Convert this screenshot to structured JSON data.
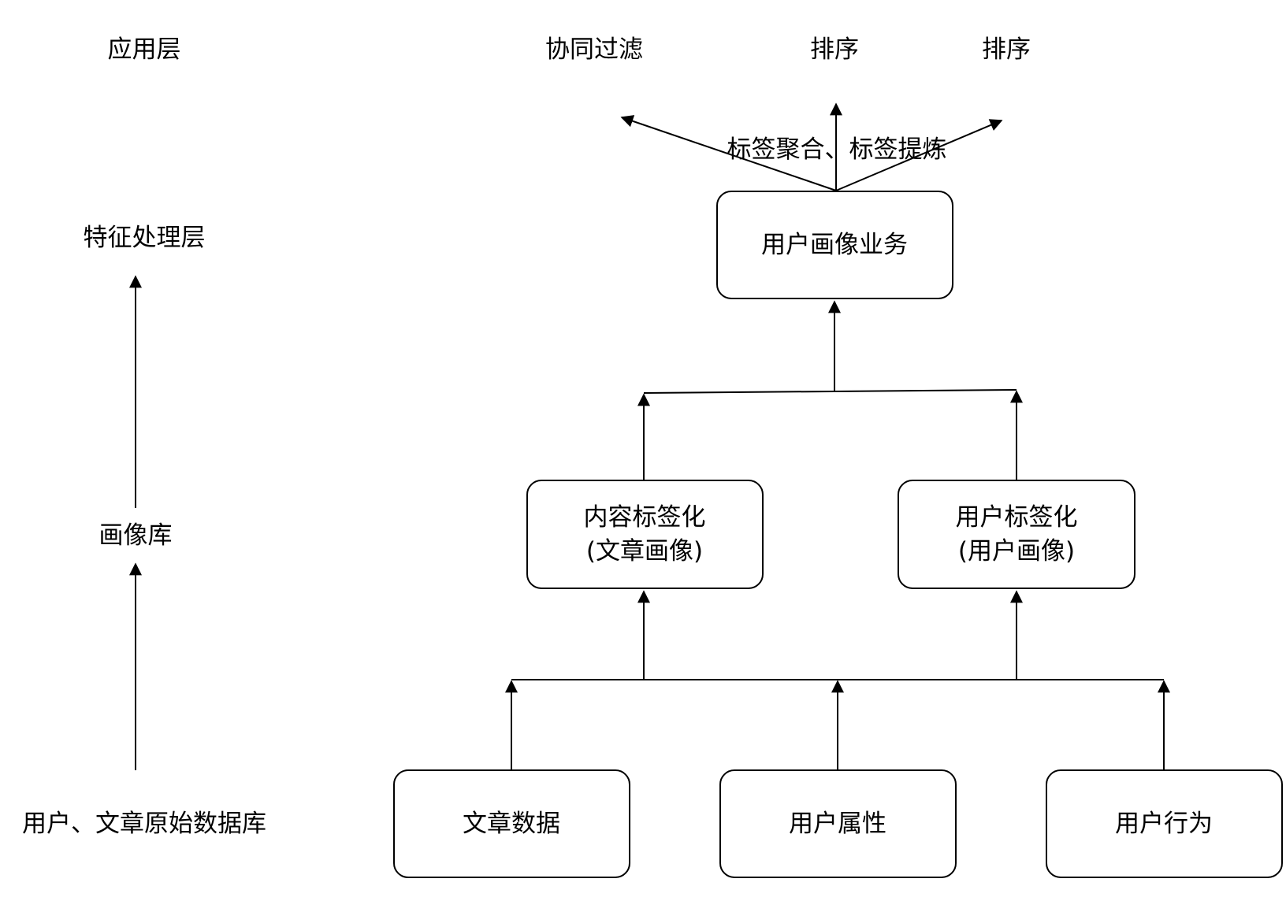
{
  "layers": {
    "application": "应用层",
    "feature_processing": "特征处理层",
    "profile_library": "画像库",
    "raw_database": "用户、文章原始数据库"
  },
  "outputs": {
    "collaborative_filtering": "协同过滤",
    "ranking_1": "排序",
    "ranking_2": "排序"
  },
  "edge_label": "标签聚合、标签提炼",
  "nodes": {
    "profile_service": "用户画像业务",
    "content_tagging": {
      "line1": "内容标签化",
      "line2": "(文章画像)"
    },
    "user_tagging": {
      "line1": "用户标签化",
      "line2": "(用户画像)"
    },
    "article_data": "文章数据",
    "user_attributes": "用户属性",
    "user_behavior": "用户行为"
  },
  "colors": {
    "stroke": "#000000",
    "background": "#ffffff"
  }
}
